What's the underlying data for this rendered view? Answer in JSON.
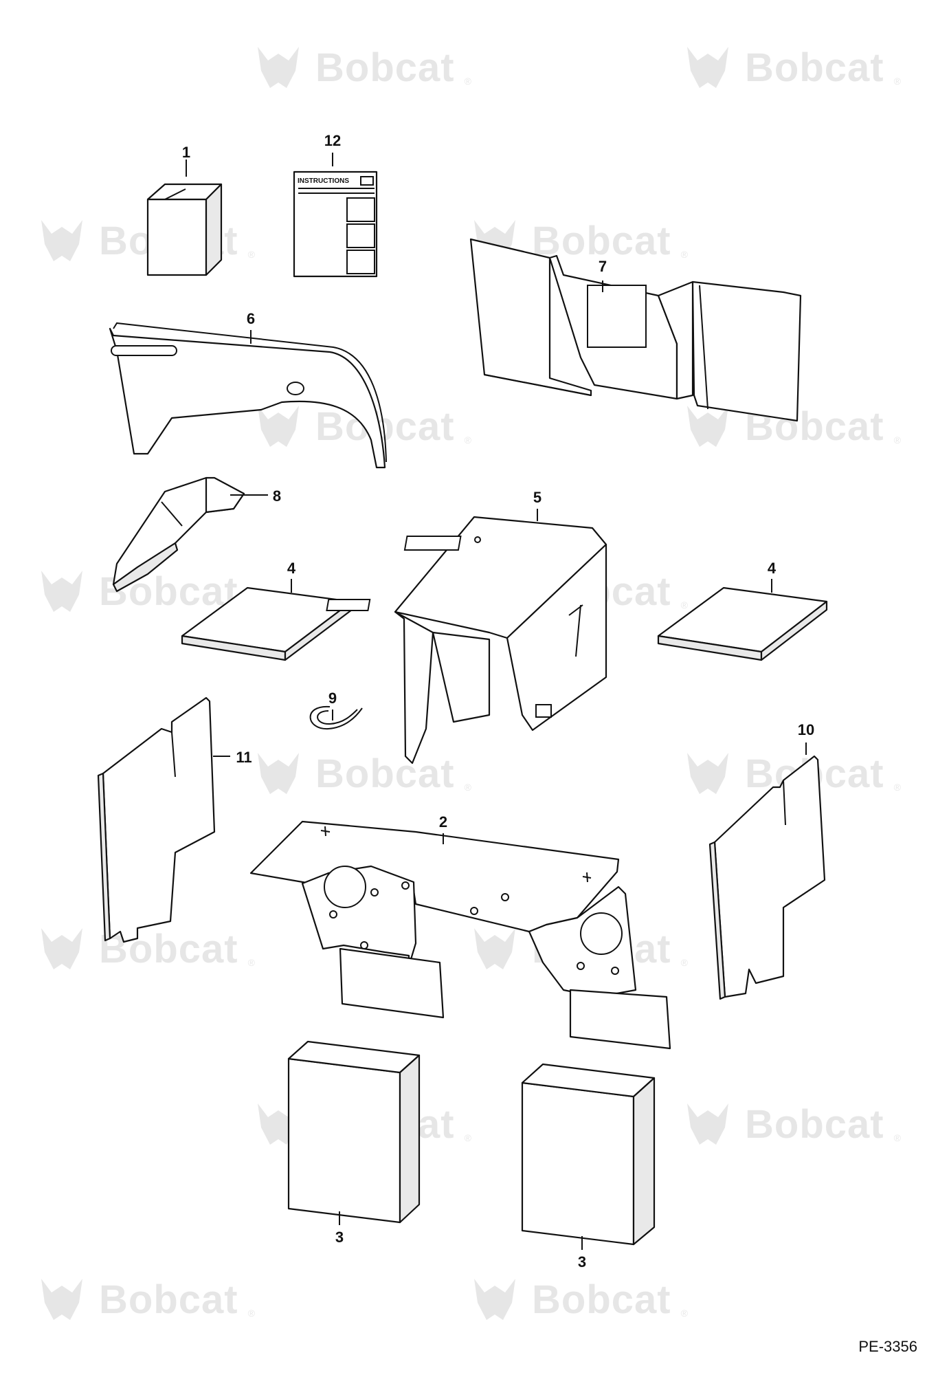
{
  "watermark": {
    "text": "Bobcat",
    "registered_mark": "®",
    "logo_icon": "bobcat-head-logo",
    "color": "#6b6b6b"
  },
  "callouts": {
    "c1": "1",
    "c2": "2",
    "c3a": "3",
    "c3b": "3",
    "c4a": "4",
    "c4b": "4",
    "c5": "5",
    "c6": "6",
    "c7": "7",
    "c8": "8",
    "c9": "9",
    "c10": "10",
    "c11": "11",
    "c12": "12"
  },
  "instructions_sheet": {
    "heading": "INSTRUCTIONS"
  },
  "drawing_code": "PE-3356",
  "colors": {
    "line": "#111111",
    "background": "#ffffff",
    "watermark": "#6b6b6b"
  }
}
